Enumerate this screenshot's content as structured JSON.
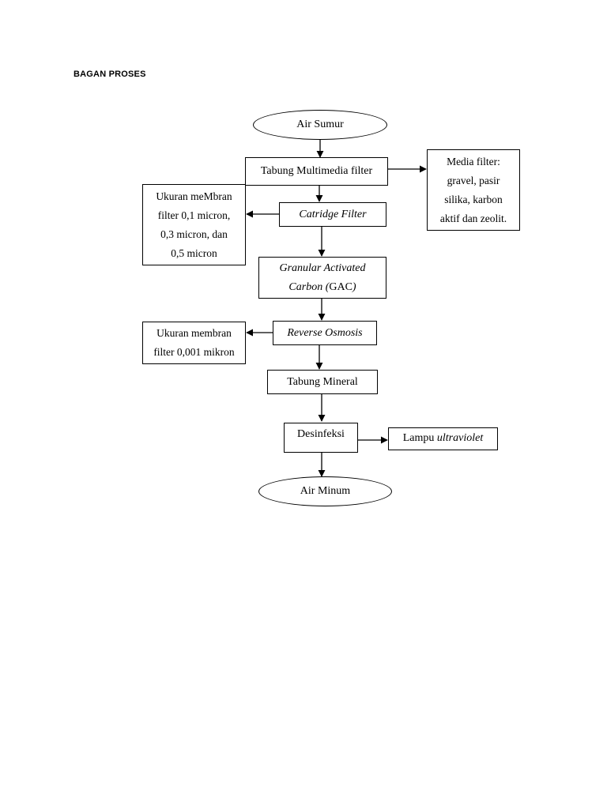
{
  "heading": "BAGAN PROSES",
  "nodes": {
    "air_sumur": "Air Sumur",
    "multimedia": "Tabung Multimedia filter",
    "media_filter": [
      "Media filter:",
      "gravel, pasir",
      "silika, karbon",
      "aktif dan zeolit."
    ],
    "membran_cartridge": [
      "Ukuran meMbran",
      "filter 0,1 micron,",
      "0,3 micron, dan",
      "0,5 micron"
    ],
    "cartridge": "Catridge Filter",
    "gac": {
      "line1": "Granular Activated",
      "line2_italic": "Carbon (",
      "line2_normal": "GAC",
      "line2_close": ")"
    },
    "membran_ro": [
      "Ukuran membran",
      "filter 0,001 mikron"
    ],
    "ro": "Reverse Osmosis",
    "mineral": "Tabung Mineral",
    "desinfeksi": "Desinfeksi",
    "lampu": {
      "normal": "Lampu ",
      "italic": "ultraviolet"
    },
    "air_minum": "Air Minum"
  }
}
